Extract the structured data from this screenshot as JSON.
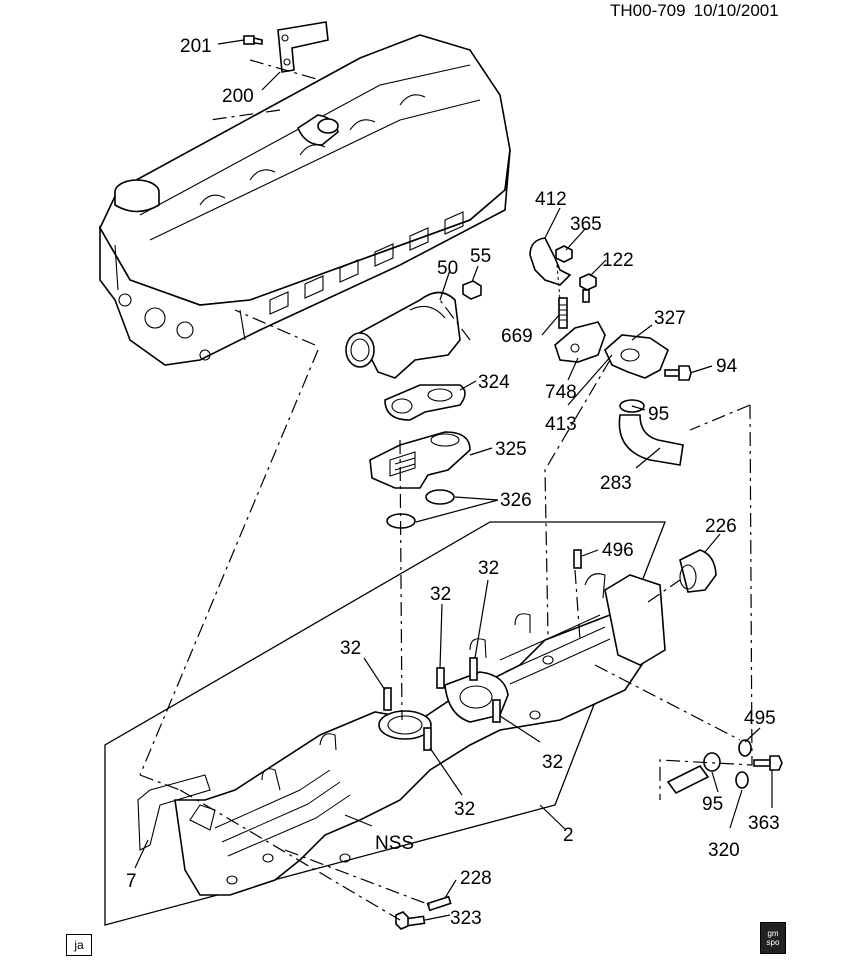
{
  "document": {
    "id": "TH00-709",
    "date": "10/10/2001"
  },
  "callouts": [
    {
      "key": "c201",
      "text": "201"
    },
    {
      "key": "c200",
      "text": "200"
    },
    {
      "key": "c412",
      "text": "412"
    },
    {
      "key": "c365",
      "text": "365"
    },
    {
      "key": "c122",
      "text": "122"
    },
    {
      "key": "c50",
      "text": "50"
    },
    {
      "key": "c55",
      "text": "55"
    },
    {
      "key": "c669",
      "text": "669"
    },
    {
      "key": "c327",
      "text": "327"
    },
    {
      "key": "c748",
      "text": "748"
    },
    {
      "key": "c94",
      "text": "94"
    },
    {
      "key": "c324",
      "text": "324"
    },
    {
      "key": "c413",
      "text": "413"
    },
    {
      "key": "c95a",
      "text": "95"
    },
    {
      "key": "c325",
      "text": "325"
    },
    {
      "key": "c283",
      "text": "283"
    },
    {
      "key": "c326",
      "text": "326"
    },
    {
      "key": "c226",
      "text": "226"
    },
    {
      "key": "c496",
      "text": "496"
    },
    {
      "key": "c32a",
      "text": "32"
    },
    {
      "key": "c32b",
      "text": "32"
    },
    {
      "key": "c32c",
      "text": "32"
    },
    {
      "key": "c32d",
      "text": "32"
    },
    {
      "key": "c32e",
      "text": "32"
    },
    {
      "key": "c495",
      "text": "495"
    },
    {
      "key": "c95b",
      "text": "95"
    },
    {
      "key": "c363",
      "text": "363"
    },
    {
      "key": "cNSS",
      "text": "NSS"
    },
    {
      "key": "c2",
      "text": "2"
    },
    {
      "key": "c320",
      "text": "320"
    },
    {
      "key": "c7",
      "text": "7"
    },
    {
      "key": "c228",
      "text": "228"
    },
    {
      "key": "c323",
      "text": "323"
    }
  ],
  "badges": {
    "ja": "ja",
    "gm_line1": "gm",
    "gm_line2": "spo"
  },
  "colors": {
    "ink": "#000000",
    "paper": "#ffffff"
  }
}
